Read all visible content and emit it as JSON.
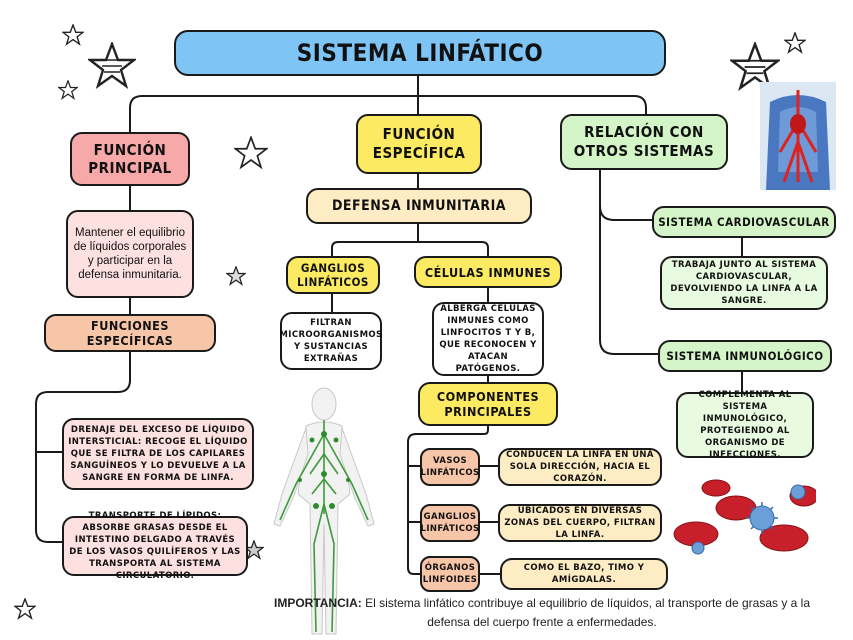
{
  "title": "SISTEMA LINFÁTICO",
  "left": {
    "heading": "FUNCIÓN PRINCIPAL",
    "main_text": "Mantener el equilibrio de líquidos corporales y participar en la defensa inmunitaria.",
    "specific_heading": "FUNCIONES ESPECÍFICAS",
    "items": [
      "DRENAJE DEL EXCESO DE LÍQUIDO INTERSTICIAL: RECOGE EL LÍQUIDO QUE SE FILTRA DE LOS CAPILARES SANGUÍNEOS Y LO DEVUELVE A LA SANGRE EN FORMA DE LINFA.",
      "TRANSPORTE DE LÍPIDOS: ABSORBE GRASAS DESDE EL INTESTINO DELGADO A TRAVÉS DE LOS VASOS QUILÍFEROS Y LAS TRANSPORTA AL SISTEMA CIRCULATORIO."
    ]
  },
  "center": {
    "heading": "FUNCIÓN ESPECÍFICA",
    "defense": "DEFENSA INMUNITARIA",
    "ganglios": "GANGLIOS LINFÁTICOS",
    "ganglios_text": "FILTRAN MICROORGANISMOS Y SUSTANCIAS EXTRAÑAS",
    "celulas": "CÉLULAS INMUNES",
    "celulas_text": "ALBERGA CÉLULAS INMUNES COMO LINFOCITOS T Y B, QUE RECONOCEN Y ATACAN PATÓGENOS.",
    "componentes": "COMPONENTES PRINCIPALES",
    "components": [
      {
        "name": "VASOS LINFÁTICOS",
        "desc": "CONDUCEN LA LINFA EN UNA SOLA DIRECCIÓN, HACIA EL CORAZÓN."
      },
      {
        "name": "GANGLIOS LINFÁTICOS",
        "desc": "UBICADOS EN DIVERSAS ZONAS DEL CUERPO, FILTRAN LA LINFA."
      },
      {
        "name": "ÓRGANOS LINFOIDES",
        "desc": "COMO EL BAZO, TIMO Y AMÍGDALAS."
      }
    ]
  },
  "right": {
    "heading": "RELACIÓN CON OTROS SISTEMAS",
    "cardio": "SISTEMA CARDIOVASCULAR",
    "cardio_text": "TRABAJA JUNTO AL SISTEMA CARDIOVASCULAR, DEVOLVIENDO LA LINFA A LA SANGRE.",
    "inmuno": "SISTEMA INMUNOLÓGICO",
    "inmuno_text": "COMPLEMENTA AL SISTEMA INMUNOLÓGICO, PROTEGIENDO AL ORGANISMO DE INFECCIONES."
  },
  "importance": {
    "label": "IMPORTANCIA:",
    "text": "El sistema linfático contribuye al equilibrio de líquidos, al transporte de grasas y a la defensa del cuerpo frente a enfermedades."
  },
  "colors": {
    "title_bg": "#7ec4f5",
    "red_box": "#f7a8a8",
    "pink_box": "#fde0e0",
    "salmon_box": "#f7c6a9",
    "yellow_box": "#fbea62",
    "cream_box": "#fdecc4",
    "green_box": "#d3f5c8",
    "light_green_box": "#e8fbe0"
  }
}
